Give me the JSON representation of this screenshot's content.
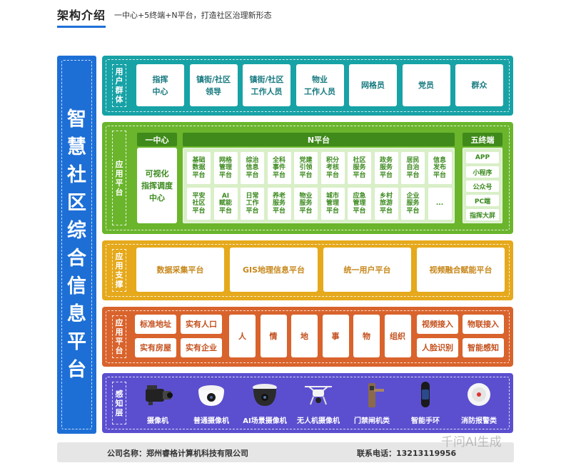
{
  "header": {
    "title": "架构介绍",
    "subtitle": "一中心+5终端+N平台，打造社区治理新形态"
  },
  "side_title": [
    "智",
    "慧",
    "社",
    "区",
    "综",
    "合",
    "信",
    "息",
    "平",
    "台"
  ],
  "layers": {
    "users": {
      "label": [
        "用",
        "户",
        "群",
        "体"
      ],
      "items": [
        "指挥\n中心",
        "镇街/社区\n领导",
        "镇街/社区\n工作人员",
        "物业\n工作人员",
        "网格员",
        "党员",
        "群众"
      ]
    },
    "app": {
      "label": [
        "应",
        "用",
        "平",
        "台"
      ],
      "center_header": "一中心",
      "center_body": "可视化\n指挥调度\n中心",
      "n_header": "N平台",
      "n_row1": [
        "基础\n数据\n平台",
        "网格\n管理\n平台",
        "综治\n信息\n平台",
        "全科\n事件\n平台",
        "党建\n引领\n平台",
        "积分\n考核\n平台",
        "社区\n服务\n平台",
        "政务\n服务\n平台",
        "居民\n自治\n平台",
        "信息\n发布\n平台"
      ],
      "n_row2": [
        "平安\n社区\n平台",
        "AI\n赋能\n平台",
        "日常\n工作\n平台",
        "养老\n服务\n平台",
        "物业\n服务\n平台",
        "城市\n管理\n平台",
        "应急\n管理\n平台",
        "乡村\n旅游\n平台",
        "企业\n服务\n平台",
        "..."
      ],
      "five_header": "五终端",
      "five_items": [
        "APP",
        "小程序",
        "公众号",
        "PC端",
        "指挥大屏"
      ]
    },
    "support": {
      "label": [
        "应",
        "用",
        "支",
        "撑"
      ],
      "items": [
        "数据采集平台",
        "GIS地理信息平台",
        "统一用户平台",
        "视频融合赋能平台"
      ]
    },
    "data": {
      "label": [
        "应",
        "用",
        "平",
        "台"
      ],
      "left": [
        "标准地址",
        "实有人口",
        "实有房屋",
        "实有企业"
      ],
      "middle": [
        "人",
        "情",
        "地",
        "事",
        "物",
        "组织"
      ],
      "right": [
        "视频接入",
        "物联接入",
        "人脸识别",
        "智能感知"
      ]
    },
    "sense": {
      "label": [
        "感",
        "知",
        "层"
      ],
      "devices": [
        {
          "label": "摄像机",
          "icon": "camcorder-icon"
        },
        {
          "label": "普通摄像机",
          "icon": "dome-camera-icon"
        },
        {
          "label": "AI场景摄像机",
          "icon": "ai-dome-camera-icon"
        },
        {
          "label": "无人机摄像机",
          "icon": "drone-icon"
        },
        {
          "label": "门禁闸机类",
          "icon": "access-gate-icon"
        },
        {
          "label": "智能手环",
          "icon": "smart-band-icon"
        },
        {
          "label": "消防报警类",
          "icon": "smoke-detector-icon"
        }
      ]
    }
  },
  "footer": {
    "company": "公司名称：郑州睿格计算机科技有限公司",
    "phone": "联系电话：13213119956"
  },
  "watermark": "千问AI生成"
}
